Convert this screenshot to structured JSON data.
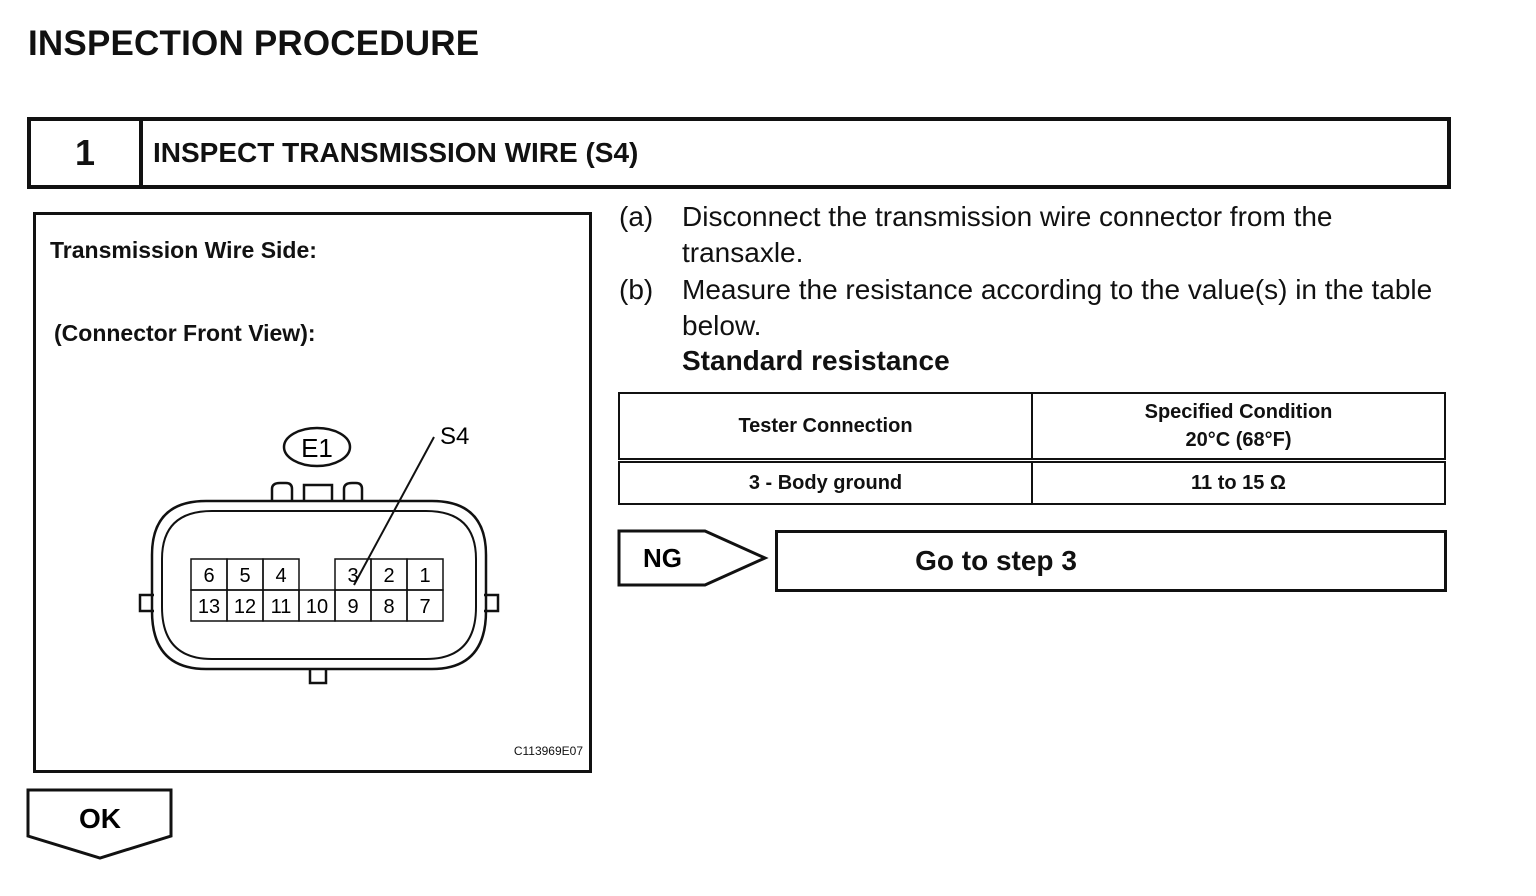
{
  "page_title": "INSPECTION PROCEDURE",
  "step": {
    "number": "1",
    "title": "INSPECT TRANSMISSION WIRE (S4)"
  },
  "figure": {
    "label_side": "Transmission Wire Side:",
    "label_view": "(Connector Front View):",
    "connector_name": "E1",
    "terminal_callout": "S4",
    "pins_top": [
      "6",
      "5",
      "4",
      "",
      "3",
      "2",
      "1"
    ],
    "pins_bottom": [
      "13",
      "12",
      "11",
      "10",
      "9",
      "8",
      "7"
    ],
    "code": "C113969E07"
  },
  "instructions": [
    {
      "letter": "(a)",
      "text": "Disconnect the transmission wire connector from the transaxle."
    },
    {
      "letter": "(b)",
      "text": "Measure the resistance according to the value(s) in the table below."
    }
  ],
  "standard_label": "Standard resistance",
  "table": {
    "headers": [
      "Tester Connection",
      "Specified Condition",
      "20°C (68°F)"
    ],
    "rows": [
      [
        "3 - Body ground",
        "11 to 15 Ω"
      ]
    ]
  },
  "ng_label": "NG",
  "ng_action": "Go to step 3",
  "ok_label": "OK"
}
